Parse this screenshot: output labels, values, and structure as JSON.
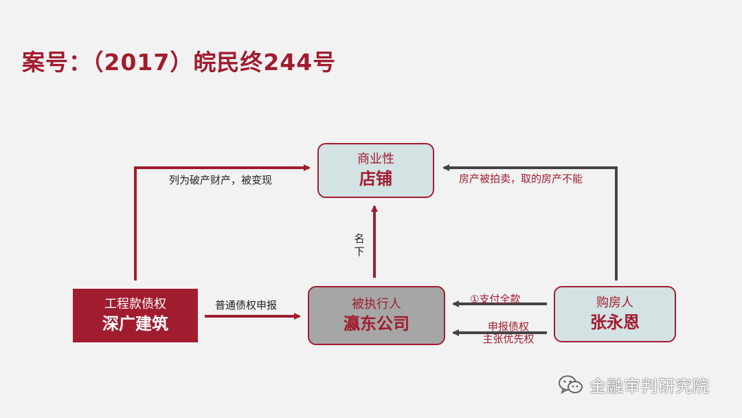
{
  "title": "案号：（2017）皖民终244号",
  "nodes": {
    "store": {
      "sub": "商业性",
      "main": "店铺"
    },
    "shenguang": {
      "sub": "工程款债权",
      "main": "深广建筑"
    },
    "yingdong": {
      "sub": "被执行人",
      "main": "瀛东公司"
    },
    "zhang": {
      "sub": "购房人",
      "main": "张永恩"
    }
  },
  "edges": {
    "listed": "列为破产财产，被变现",
    "sold": "房产被拍卖，取的房产不能",
    "owned": "名下",
    "ordinary_claim": "普通债权申报",
    "paid_full": "①支付全款",
    "claim_line1": "申报债权",
    "claim_line2": "主张优先权"
  },
  "watermark": "金融审判研究院",
  "colors": {
    "accent": "#a11c2f",
    "dark_arrow": "#444444",
    "teal_box": "#d3e2e2",
    "gray_box": "#a6a6a6"
  }
}
